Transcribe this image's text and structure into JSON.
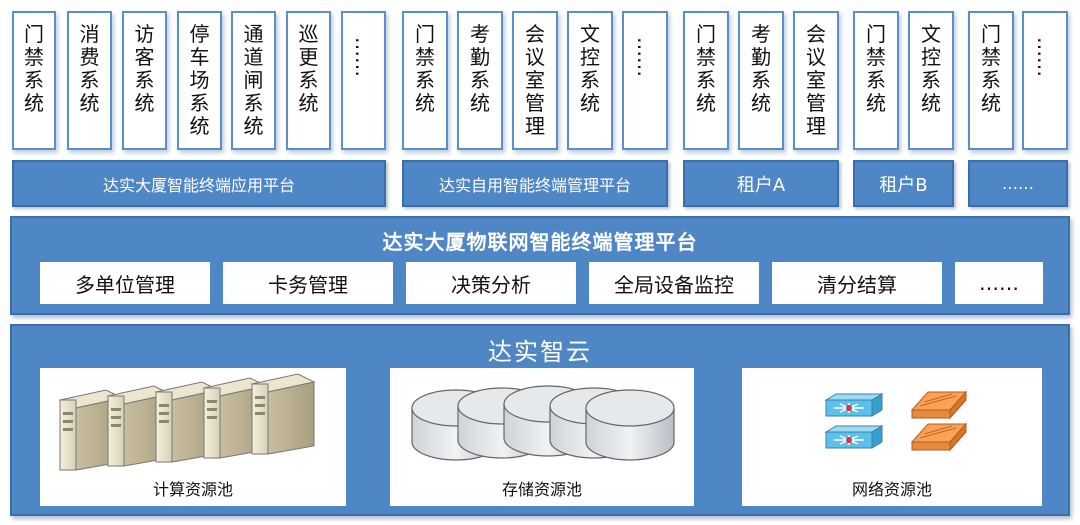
{
  "apps": [
    {
      "label": "门禁系统"
    },
    {
      "label": "消费系统"
    },
    {
      "label": "访客系统"
    },
    {
      "label": "停车场系统"
    },
    {
      "label": "通道闸系统"
    },
    {
      "label": "巡更系统"
    },
    {
      "label": "……"
    },
    {
      "label": "门禁系统"
    },
    {
      "label": "考勤系统"
    },
    {
      "label": "会议室管理"
    },
    {
      "label": "文控系统"
    },
    {
      "label": "……"
    },
    {
      "label": "门禁系统"
    },
    {
      "label": "考勤系统"
    },
    {
      "label": "会议室管理"
    },
    {
      "label": "门禁系统"
    },
    {
      "label": "文控系统"
    },
    {
      "label": "门禁系统"
    },
    {
      "label": "……"
    }
  ],
  "platforms": [
    {
      "label": "达实大厦智能终端应用平台"
    },
    {
      "label": "达实自用智能终端管理平台"
    },
    {
      "label": "租户A"
    },
    {
      "label": "租户B"
    },
    {
      "label": "……"
    }
  ],
  "iot_platform": {
    "title": "达实大厦物联网智能终端管理平台",
    "functions": [
      {
        "label": "多单位管理"
      },
      {
        "label": "卡务管理"
      },
      {
        "label": "决策分析"
      },
      {
        "label": "全局设备监控"
      },
      {
        "label": "清分结算"
      },
      {
        "label": "……"
      }
    ]
  },
  "cloud": {
    "title": "达实智云",
    "pools": [
      {
        "label": "计算资源池",
        "icon": "server-icon"
      },
      {
        "label": "存储资源池",
        "icon": "disk-icon"
      },
      {
        "label": "网络资源池",
        "icon": "network-switch-icon"
      }
    ]
  },
  "colors": {
    "panel_blue": "#4f86c6",
    "border_blue": "#3a6fab",
    "app_border": "#5b8fcb"
  }
}
